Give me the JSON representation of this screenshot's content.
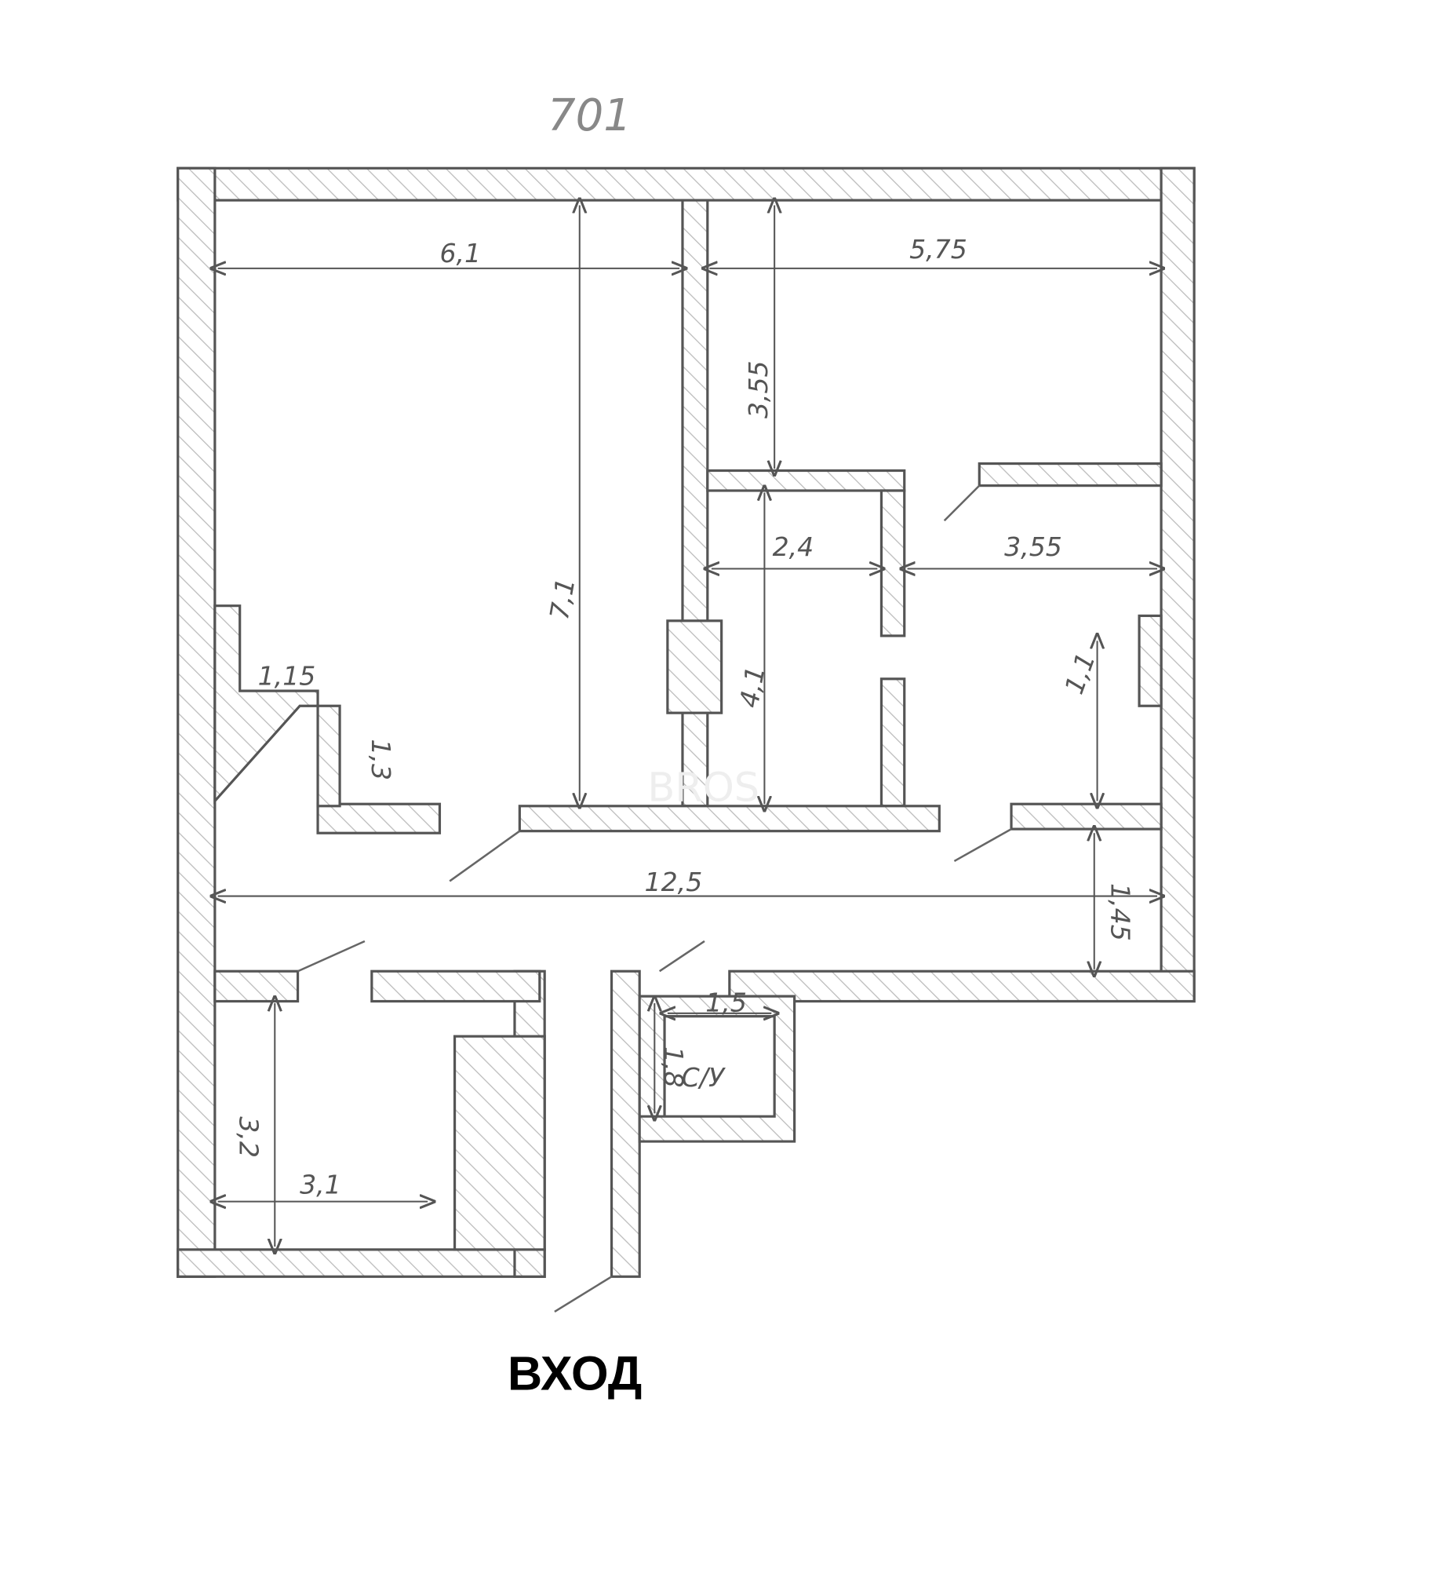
{
  "plan": {
    "number": "701",
    "entrance_label": "ВХОД",
    "watermark": "BROS",
    "dimensions": {
      "room1_width": "6,1",
      "room1_length": "7,1",
      "room2_width": "5,75",
      "room2_depth": "3,55",
      "hall_width": "2,4",
      "room3_width": "3,55",
      "hall_length": "4,1",
      "room3_length": "1,1",
      "closet_width": "1,15",
      "closet_depth": "1,3",
      "corridor_length": "12,5",
      "corridor_width": "1,45",
      "wc_width": "1,5",
      "wc_depth": "1,8",
      "wc_label": "С/У",
      "bath_depth": "3,2",
      "bath_width": "3,1"
    }
  }
}
